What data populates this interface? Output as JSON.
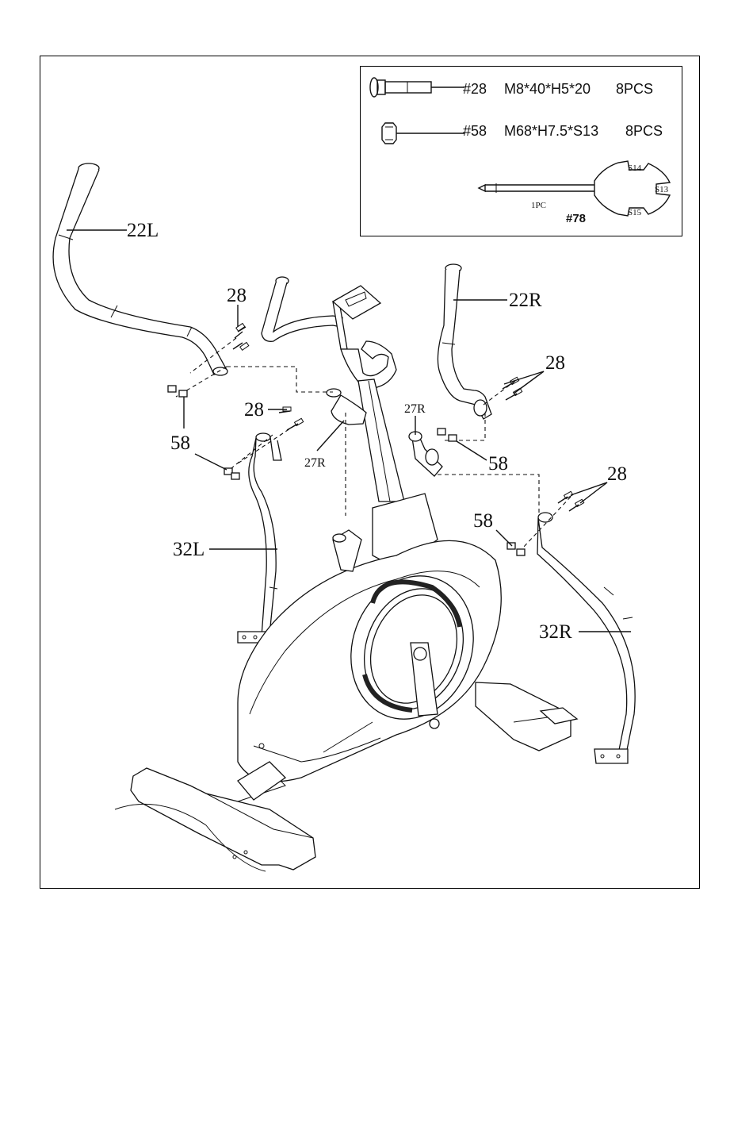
{
  "hardware": {
    "bolt": {
      "number": "#28",
      "spec": "M8*40*H5*20",
      "qty": "8PCS"
    },
    "nut": {
      "number": "#58",
      "spec": "M68*H7.5*S13",
      "qty": "8PCS"
    },
    "wrench": {
      "number": "#78",
      "qty": "1PC",
      "sizes": [
        "S14",
        "S13",
        "S15"
      ]
    }
  },
  "callouts": {
    "handlebar_left": "22L",
    "handlebar_right": "22R",
    "lower_arm_left": "32L",
    "lower_arm_right": "32R",
    "pivot_left": "27R",
    "pivot_right": "27R",
    "bolt_a": "28",
    "bolt_b": "28",
    "bolt_c": "28",
    "bolt_d": "28",
    "nut_a": "58",
    "nut_b": "58",
    "nut_c": "58"
  }
}
